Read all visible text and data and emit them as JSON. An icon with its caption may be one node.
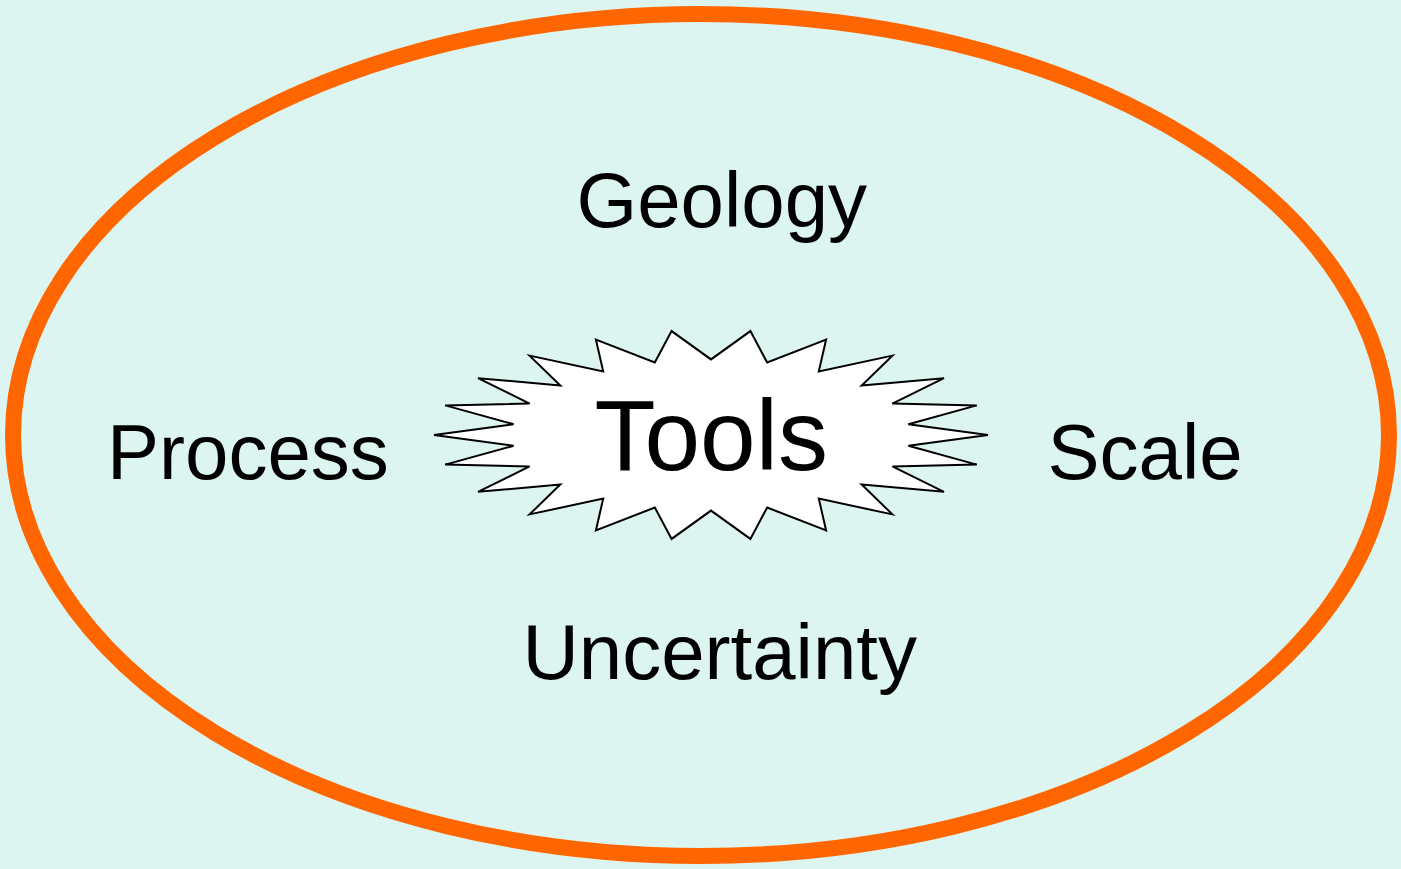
{
  "diagram": {
    "nodes": [
      {
        "text": [],
        "shape": "ellipse"
      },
      {
        "text": [
          "Tools"
        ],
        "in": 0
      }
    ],
    "labels": [
      "Geology",
      "Process",
      "Scale",
      "Uncertainty"
    ]
  }
}
